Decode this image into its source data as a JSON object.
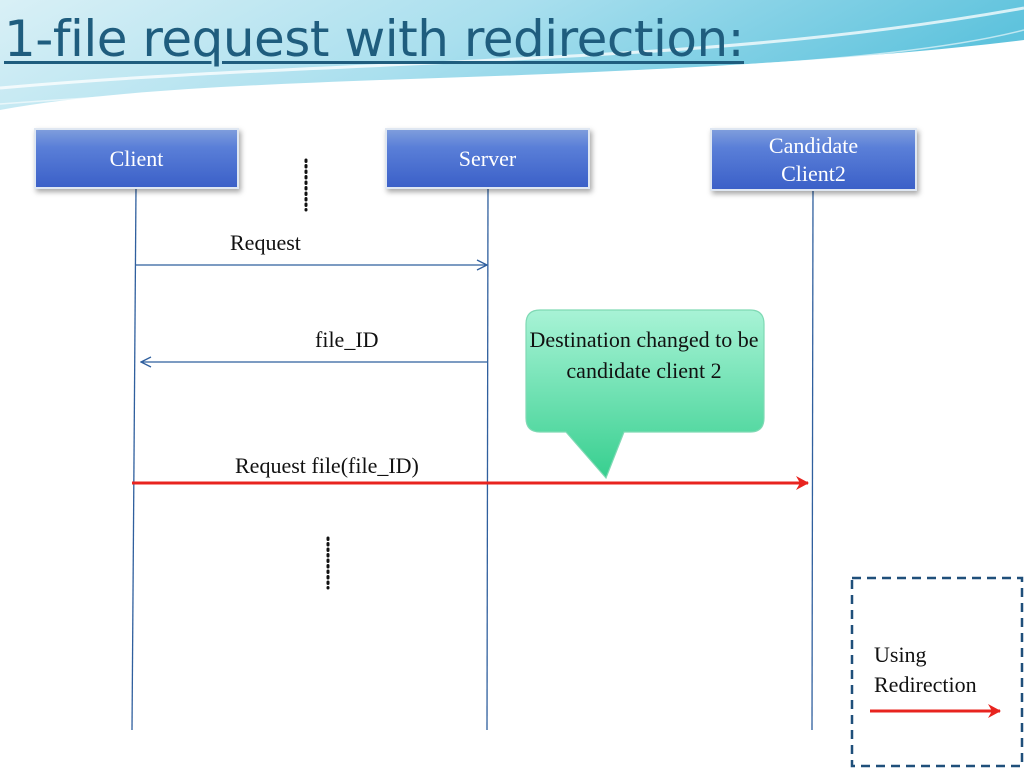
{
  "slide": {
    "title": "1-file request with redirection:"
  },
  "actors": {
    "client": "Client",
    "server": "Server",
    "candidate": "Candidate Client2"
  },
  "messages": {
    "request": "Request",
    "file_id": "file_ID",
    "request_file": "Request file(file_ID)"
  },
  "callout": {
    "text": "Destination changed to be candidate client 2"
  },
  "legend": {
    "text": "Using Redirection"
  },
  "colors": {
    "title": "#1f5d7e",
    "actor_box": "#4a70d0",
    "lifeline": "#2f5f9e",
    "redirect_arrow": "#e8241f",
    "callout_fill": "#4fdda4",
    "legend_border": "#1f4f7a"
  }
}
